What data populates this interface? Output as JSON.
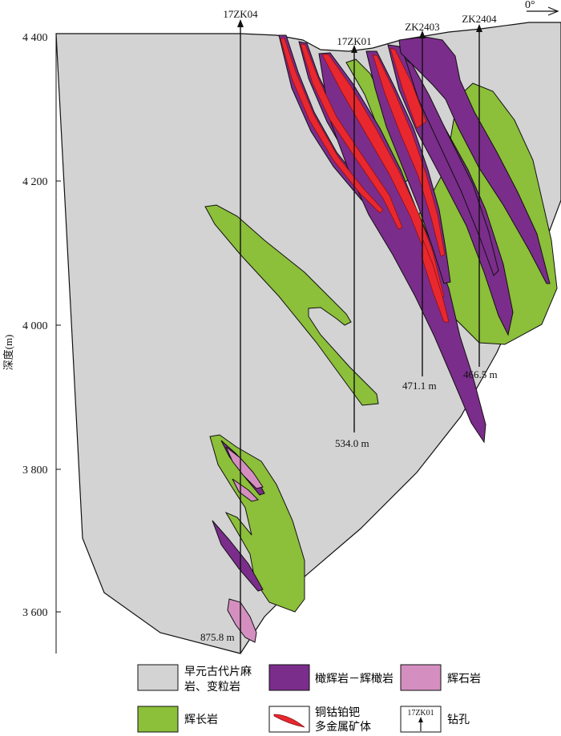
{
  "section": {
    "orientation_label": "0°",
    "y_axis": {
      "label": "深度(m)",
      "ticks": [
        "4 400",
        "4 200",
        "4 000",
        "3 800",
        "3 600"
      ]
    },
    "drillholes": [
      {
        "id": "17ZK04",
        "end_depth": "875.8 m"
      },
      {
        "id": "17ZK01",
        "end_depth": "534.0 m"
      },
      {
        "id": "ZK2403",
        "end_depth": "471.1 m"
      },
      {
        "id": "ZK2404",
        "end_depth": "466.5 m"
      }
    ]
  },
  "legend": {
    "items": [
      {
        "key": "gneiss",
        "lines": [
          "早元古代片麻",
          "岩、变粒岩"
        ],
        "color": "#d3d3d3"
      },
      {
        "key": "peridotite",
        "lines": [
          "橄辉岩－辉橄岩"
        ],
        "color": "#7b2d8b"
      },
      {
        "key": "pyroxenite",
        "lines": [
          "辉石岩"
        ],
        "color": "#d48fc0"
      },
      {
        "key": "gabbro",
        "lines": [
          "辉长岩"
        ],
        "color": "#8cbf3a"
      },
      {
        "key": "orebody",
        "lines": [
          "铜钴铂钯",
          "多金属矿体"
        ],
        "color": "#e8282e"
      },
      {
        "key": "drillhole",
        "lines": [
          "钻孔"
        ],
        "sample": "17ZK01"
      }
    ]
  }
}
